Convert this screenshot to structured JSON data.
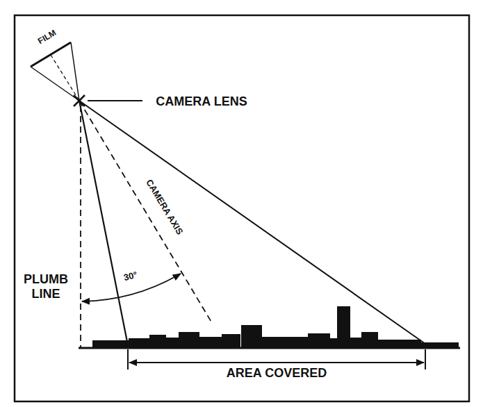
{
  "diagram": {
    "labels": [
      "FILM",
      "CAMERA LENS",
      "CAMERA AXIS",
      "PLUMB LINE",
      "30°",
      "AREA COVERED"
    ]
  }
}
